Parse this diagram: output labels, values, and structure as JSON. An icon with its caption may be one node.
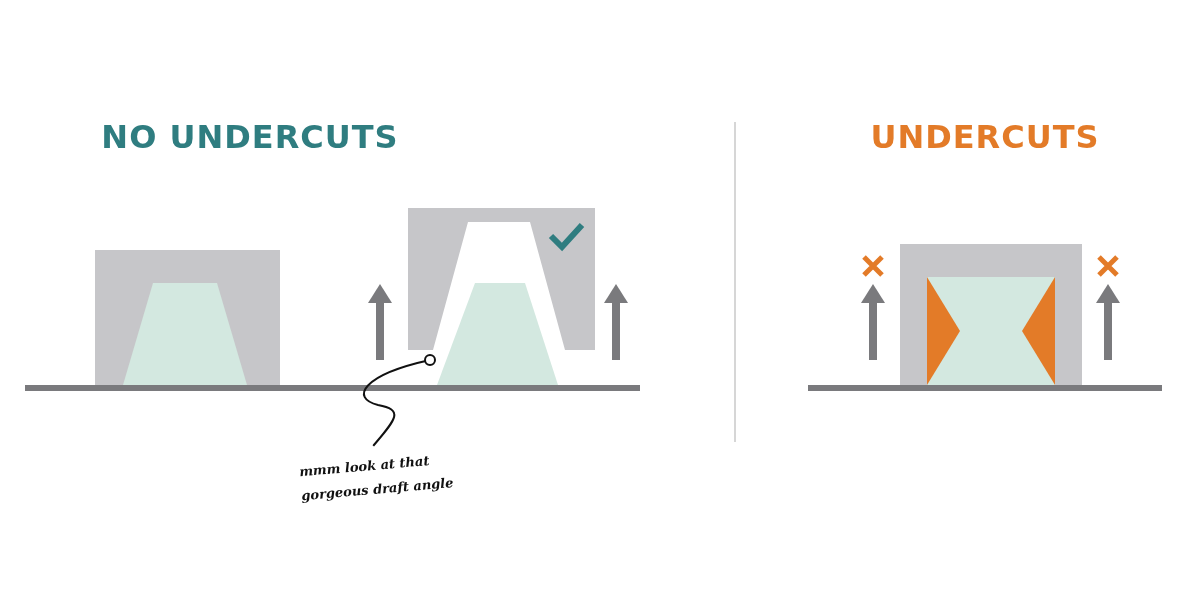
{
  "diagram": {
    "nodes": [
      {
        "text": [
          "mmm look at that gorgeous draft angle"
        ]
      },
      {
        "text": [],
        "shape": "box"
      }
    ],
    "edges": [
      {
        "from": 0,
        "to": 1,
        "arrow": "other"
      }
    ],
    "labels": [
      "NO UNDERCUTS",
      "UNDERCUTS"
    ]
  }
}
